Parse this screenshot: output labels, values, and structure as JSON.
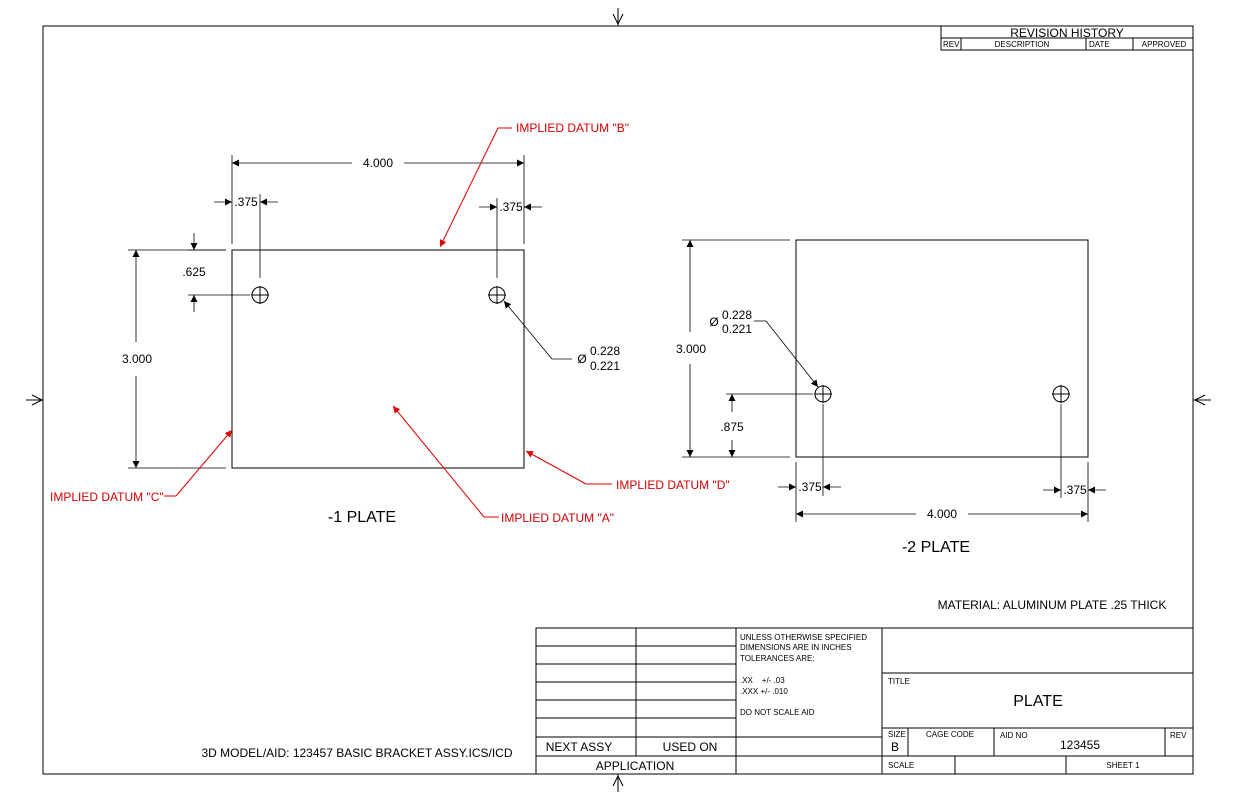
{
  "revision": {
    "title": "REVISION HISTORY",
    "col_rev": "REV",
    "col_description": "DESCRIPTION",
    "col_date": "DATE",
    "col_approved": "APPROVED"
  },
  "plate1": {
    "label": "-1 PLATE",
    "width": "4.000",
    "height": "3.000",
    "hole_left_offset": ".375",
    "hole_right_offset": ".375",
    "hole_top_offset": ".625",
    "hole_dia_symbol": "Ø",
    "hole_dia_max": "0.228",
    "hole_dia_min": "0.221"
  },
  "plate2": {
    "label": "-2 PLATE",
    "width": "4.000",
    "height": "3.000",
    "hole_left_offset": ".375",
    "hole_right_offset": ".375",
    "hole_bottom_offset": ".875",
    "hole_dia_symbol": "Ø",
    "hole_dia_max": "0.228",
    "hole_dia_min": "0.221"
  },
  "datums": {
    "a": "IMPLIED DATUM \"A\"",
    "b": "IMPLIED DATUM \"B\"",
    "c": "IMPLIED DATUM \"C\"",
    "d": "IMPLIED DATUM \"D\""
  },
  "notes": {
    "material": "MATERIAL: ALUMINUM PLATE .25 THICK",
    "model": "3D MODEL/AID: 123457 BASIC BRACKET ASSY.ICS/ICD"
  },
  "titleblock": {
    "tol_line1": "UNLESS OTHERWISE SPECIFIED",
    "tol_line2": "DIMENSIONS ARE IN INCHES",
    "tol_line3": "TOLERANCES ARE:",
    "tol_xx": ".XX    +/- .03",
    "tol_xxx": ".XXX +/- .010",
    "tol_noscale": "DO NOT SCALE AID",
    "title_label": "TITLE",
    "title_value": "PLATE",
    "size_label": "SIZE",
    "size_value": "B",
    "cage_label": "CAGE CODE",
    "aid_label": "AID  NO",
    "aid_value": "123455",
    "rev_label": "REV",
    "scale_label": "SCALE",
    "sheet_label": "SHEET 1",
    "next_assy": "NEXT ASSY",
    "used_on": "USED  ON",
    "application": "APPLICATION"
  }
}
